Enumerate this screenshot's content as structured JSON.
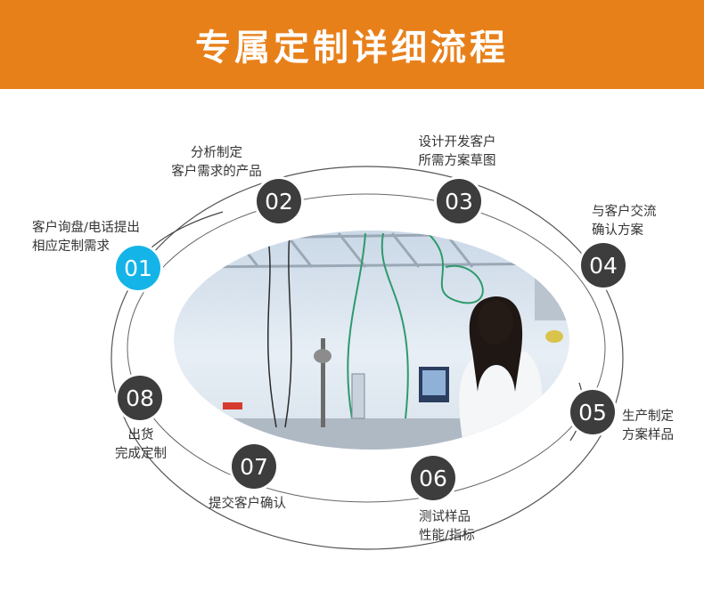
{
  "banner": {
    "title": "专属定制详细流程"
  },
  "colors": {
    "banner": "#e8801a",
    "step": "#3d3d3d",
    "active_step": "#14b4e8",
    "ring": "#555555"
  },
  "steps": [
    {
      "number": "01",
      "line1": "客户询盘/电话提出",
      "line2": "相应定制需求"
    },
    {
      "number": "02",
      "line1": "分析制定",
      "line2": "客户需求的产品"
    },
    {
      "number": "03",
      "line1": "设计开发客户",
      "line2": "所需方案草图"
    },
    {
      "number": "04",
      "line1": "与客户交流",
      "line2": "确认方案"
    },
    {
      "number": "05",
      "line1": "生产制定",
      "line2": "方案样品"
    },
    {
      "number": "06",
      "line1": "测试样品",
      "line2": "性能/指标"
    },
    {
      "number": "07",
      "line1": "提交客户确认",
      "line2": ""
    },
    {
      "number": "08",
      "line1": "出货",
      "line2": "完成定制"
    }
  ]
}
